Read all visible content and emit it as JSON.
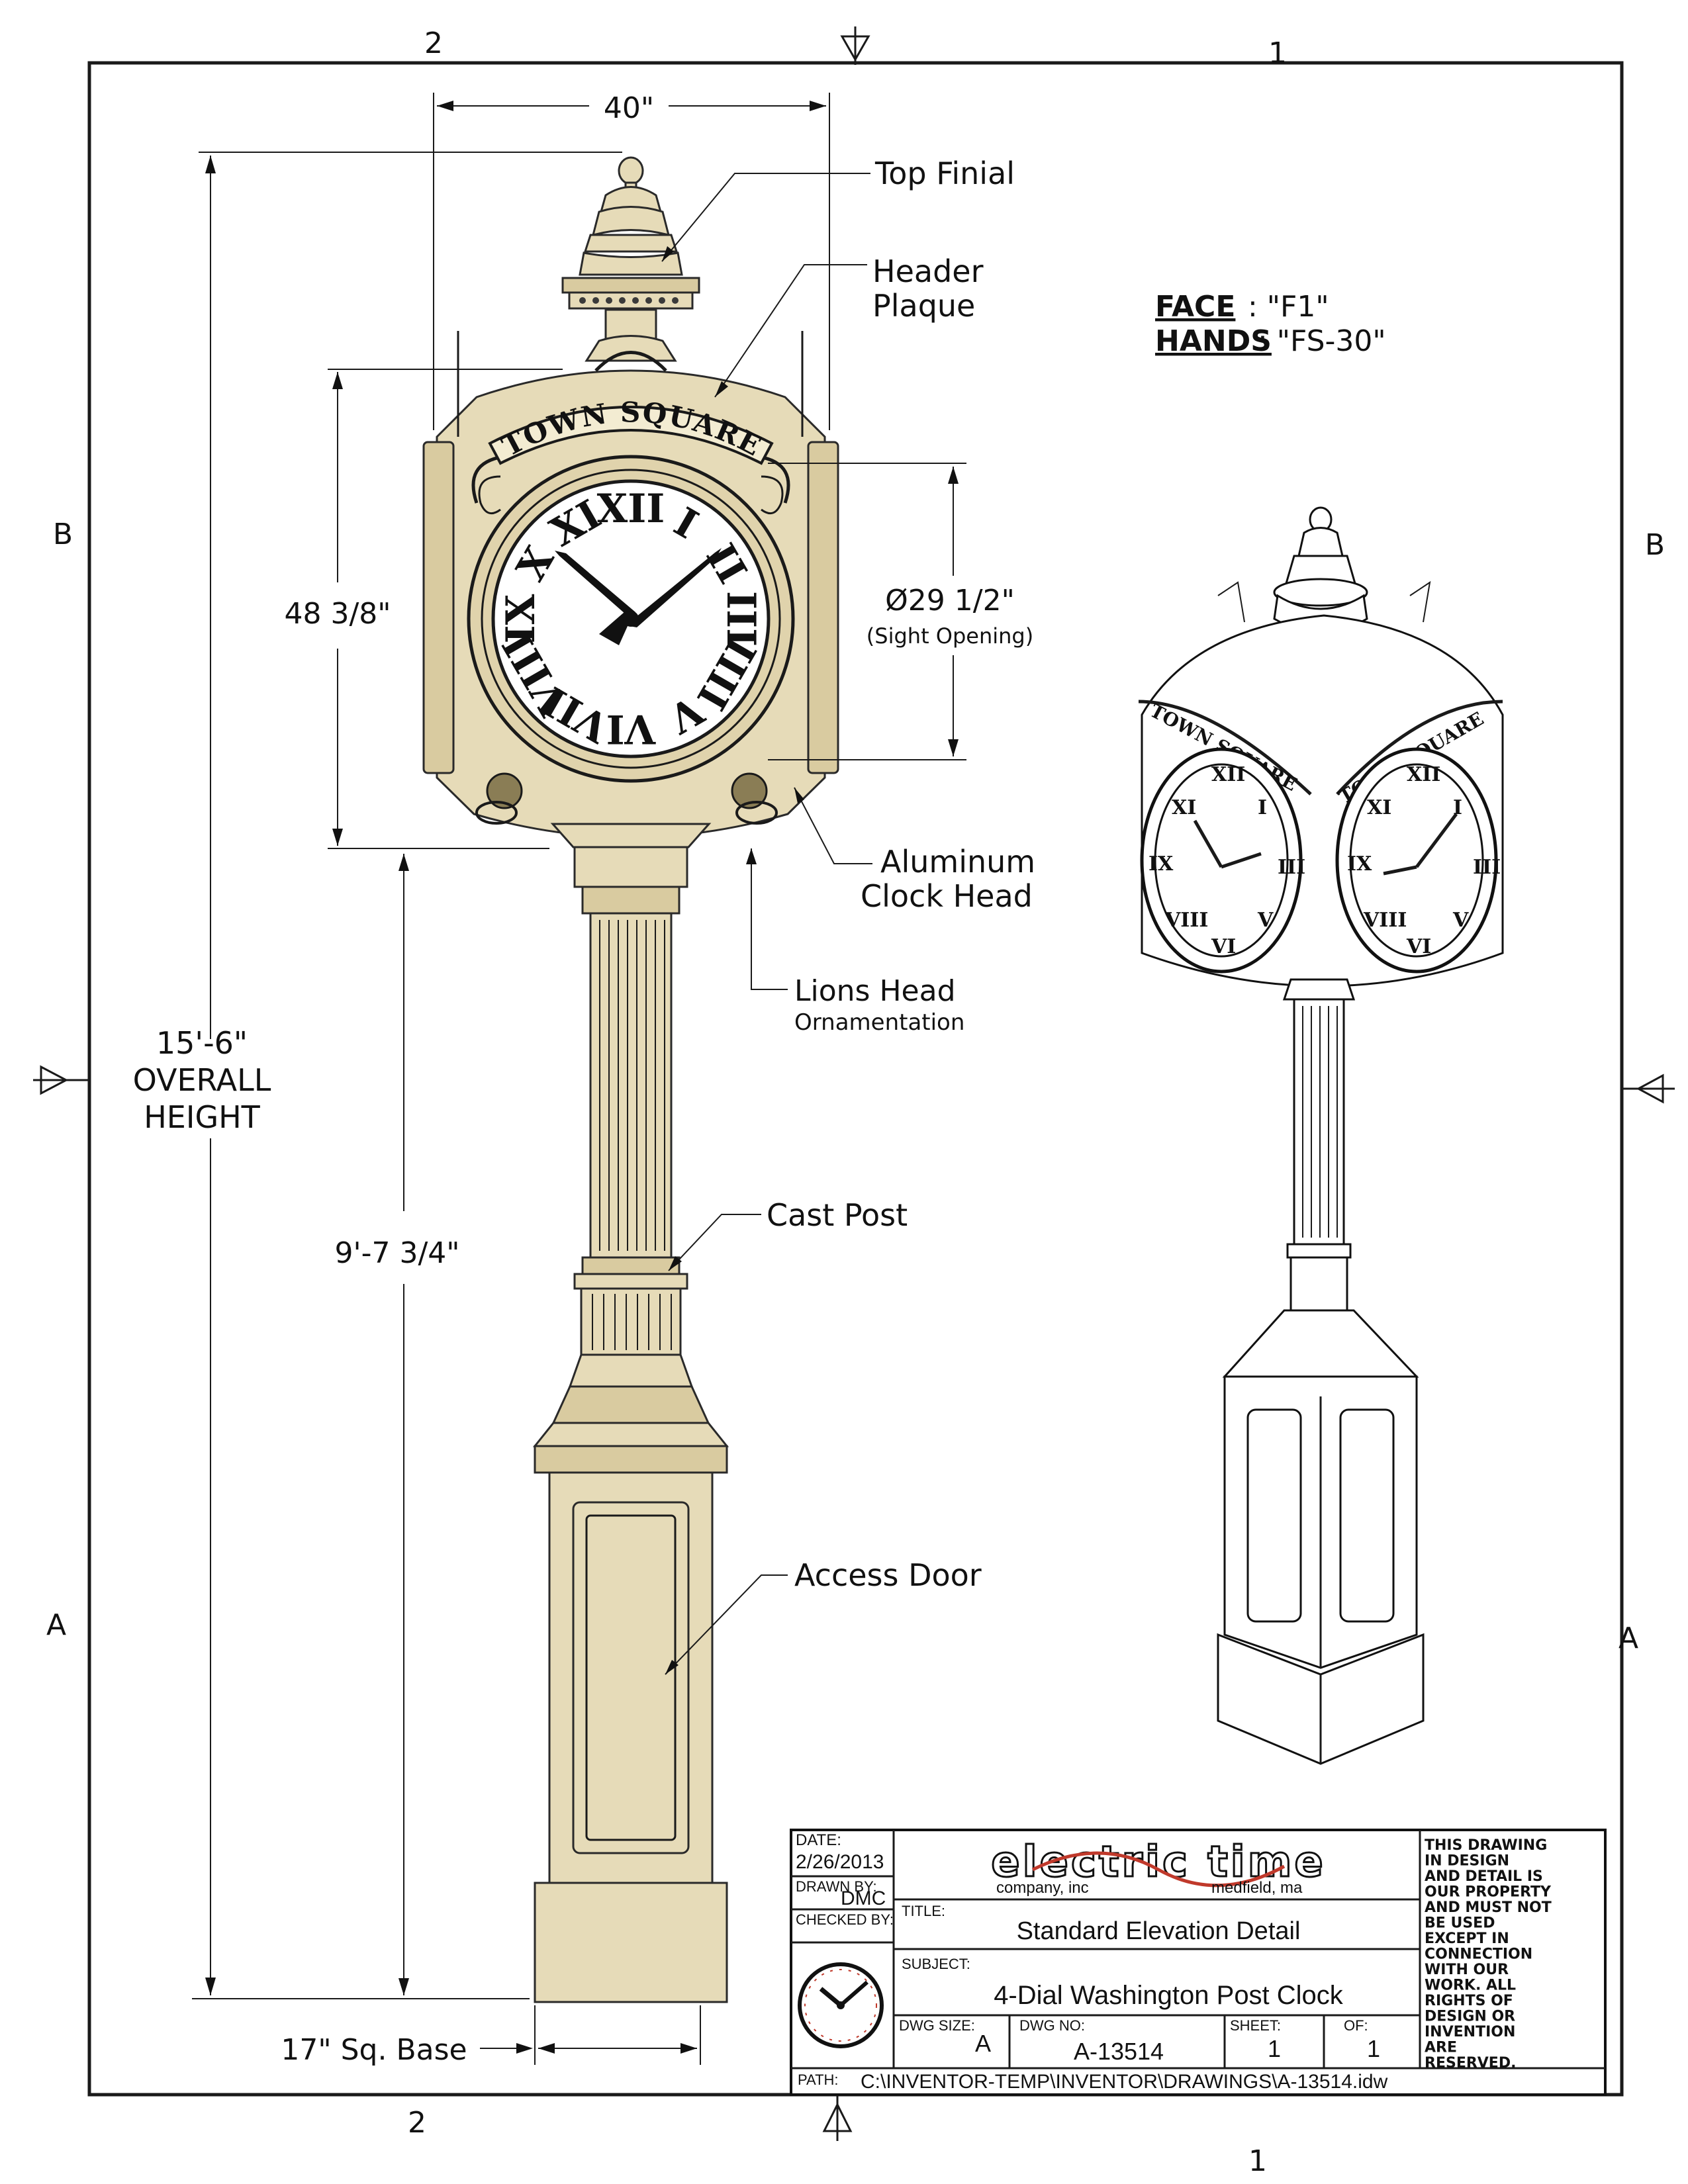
{
  "grid": {
    "col_top_left": "2",
    "col_top_right": "1",
    "col_bottom_left": "2",
    "col_bottom_right": "1",
    "row_upper_left": "B",
    "row_upper_right": "B",
    "row_lower_left": "A",
    "row_lower_right": "A"
  },
  "dimensions": {
    "width_top": "40\"",
    "overall_height_value": "15'-6\"",
    "overall_height_line1": "OVERALL",
    "overall_height_line2": "HEIGHT",
    "head_height": "48 3/8\"",
    "post_height": "9'-7 3/4\"",
    "sight_diameter": "Ø29 1/2\"",
    "sight_caption": "(Sight Opening)",
    "base": "17\" Sq. Base"
  },
  "callouts": {
    "top_finial": "Top Finial",
    "header_plaque_line1": "Header",
    "header_plaque_line2": "Plaque",
    "aluminum_line1": "Aluminum",
    "aluminum_line2": "Clock Head",
    "lions_line1": "Lions Head",
    "lions_line2": "Ornamentation",
    "cast_post": "Cast Post",
    "access_door": "Access Door"
  },
  "specs": {
    "face_label": "FACE",
    "face_value": ": \"F1\"",
    "hands_label": "HANDS",
    "hands_value": ": \"FS-30\""
  },
  "plaque_text": "TOWN SQUARE",
  "roman_numerals": [
    "XII",
    "I",
    "II",
    "III",
    "IIII",
    "V",
    "VI",
    "VII",
    "VIII",
    "IX",
    "X",
    "XI"
  ],
  "title_block": {
    "date_label": "DATE:",
    "date_value": "2/26/2013",
    "drawn_label": "DRAWN BY:",
    "drawn_value": "DMC",
    "checked_label": "CHECKED BY:",
    "company_name": "electric time",
    "company_sub_left": "company, inc",
    "company_sub_right": "medfield, ma",
    "title_label": "TITLE:",
    "title_value": "Standard Elevation Detail",
    "subject_label": "SUBJECT:",
    "subject_value": "4-Dial Washington Post Clock",
    "dwg_size_label": "DWG SIZE:",
    "dwg_size_value": "A",
    "dwg_no_label": "DWG NO:",
    "dwg_no_value": "A-13514",
    "sheet_label": "SHEET:",
    "sheet_value": "1",
    "of_label": "OF:",
    "of_value": "1",
    "path_label": "PATH:",
    "path_value": "C:\\INVENTOR-TEMP\\INVENTOR\\DRAWINGS\\A-13514.idw",
    "rights_lines": [
      "THIS DRAWING",
      "IN DESIGN",
      "AND DETAIL IS",
      "OUR PROPERTY",
      "AND MUST NOT",
      "BE USED",
      "EXCEPT IN",
      "CONNECTION",
      "WITH OUR",
      "WORK. ALL",
      "RIGHTS OF",
      "DESIGN OR",
      "INVENTION",
      "ARE",
      "RESERVED."
    ]
  },
  "colors": {
    "brass": "#e6dbb8",
    "brass_dark": "#c9b98a",
    "logo_red": "#c0392b",
    "ink": "#111111"
  }
}
